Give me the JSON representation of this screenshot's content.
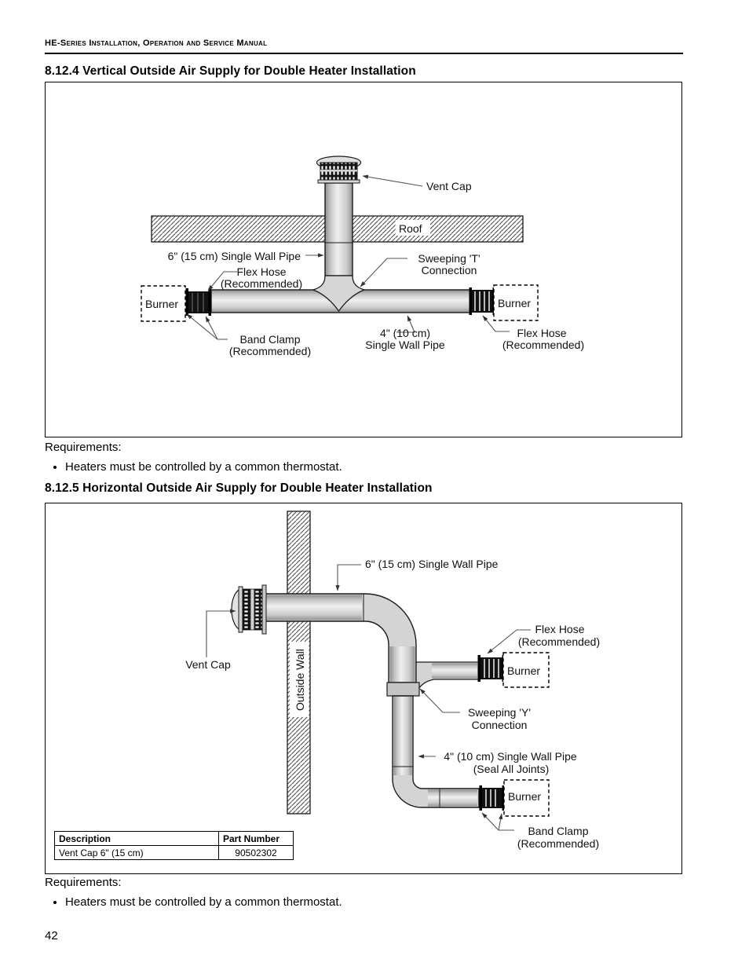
{
  "page": {
    "header_title": "HE-Series Installation, Operation and Service Manual",
    "page_number": "42"
  },
  "section_8_12_4": {
    "heading": "8.12.4 Vertical Outside Air Supply for Double Heater Installation",
    "requirements_label": "Requirements:",
    "requirement_1": "Heaters must be controlled by a common thermostat.",
    "diagram": {
      "vent_cap": "Vent Cap",
      "roof": "Roof",
      "pipe_6in": "6\" (15 cm) Single Wall Pipe",
      "flex_hose_left_1": "Flex Hose",
      "flex_hose_left_2": "(Recommended)",
      "sweeping_1": "Sweeping 'T'",
      "sweeping_2": "Connection",
      "burner_left": "Burner",
      "burner_right": "Burner",
      "band_clamp_1": "Band Clamp",
      "band_clamp_2": "(Recommended)",
      "pipe_4in_1": "4\" (10 cm)",
      "pipe_4in_2": "Single Wall Pipe",
      "flex_hose_right_1": "Flex Hose",
      "flex_hose_right_2": "(Recommended)"
    }
  },
  "section_8_12_5": {
    "heading": "8.12.5 Horizontal Outside Air Supply for Double Heater Installation",
    "requirements_label": "Requirements:",
    "requirement_1": "Heaters must be controlled by a common thermostat.",
    "diagram": {
      "pipe_6in": "6\" (15 cm) Single Wall Pipe",
      "vent_cap": "Vent Cap",
      "outside_wall": "Outside Wall",
      "flex_hose_1": "Flex Hose",
      "flex_hose_2": "(Recommended)",
      "burner_upper": "Burner",
      "sweeping_1": "Sweeping 'Y'",
      "sweeping_2": "Connection",
      "pipe_4in_1": "4\" (10 cm) Single Wall Pipe",
      "pipe_4in_2": "(Seal All Joints)",
      "burner_lower": "Burner",
      "band_clamp_1": "Band Clamp",
      "band_clamp_2": "(Recommended)"
    },
    "table": {
      "header_description": "Description",
      "header_part_number": "Part Number",
      "row_description": "Vent Cap 6\" (15 cm)",
      "row_part_number": "90502302"
    }
  }
}
